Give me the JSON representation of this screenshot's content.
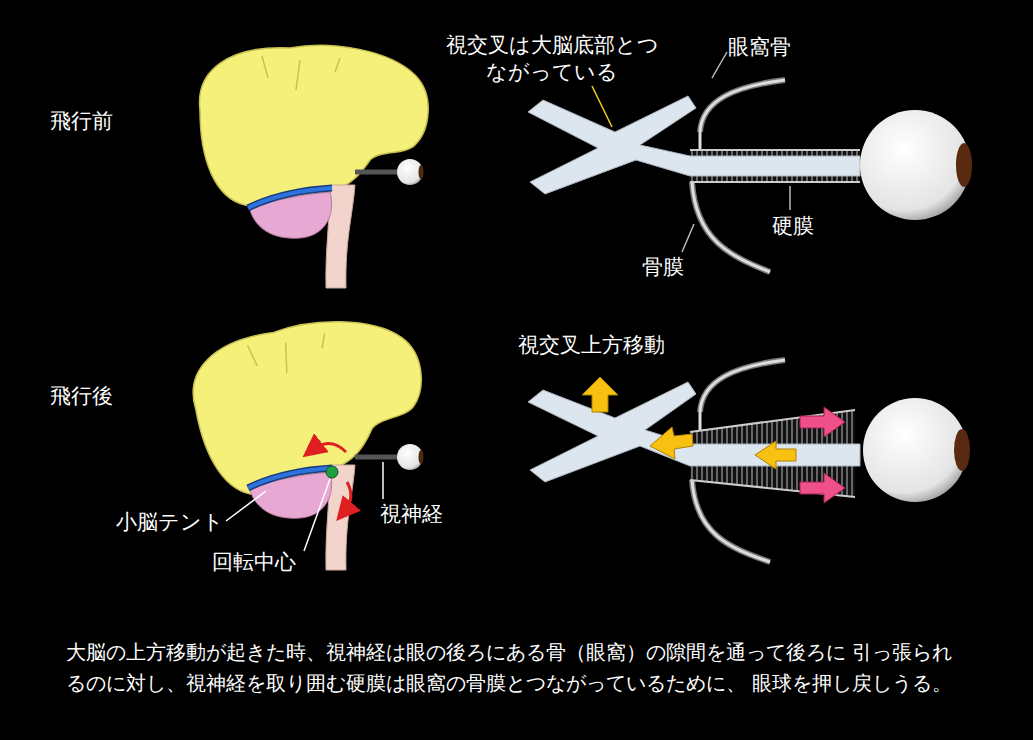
{
  "diagram": {
    "caption": "大脳の上方移動が起きた時、視神経は眼の後ろにある骨（眼窩）の隙間を通って後ろに 引っ張られるのに対し、視神経を取り囲む硬膜は眼窩の骨膜とつながっているために、 眼球を押し戻しうる。",
    "labels": [
      "飛行前",
      "視交叉は大脳底部とつ ながっている",
      "眼窩骨",
      "硬膜",
      "骨膜",
      "飛行後",
      "視交叉上方移動",
      "小脳テント",
      "視神経",
      "回転中心"
    ]
  }
}
